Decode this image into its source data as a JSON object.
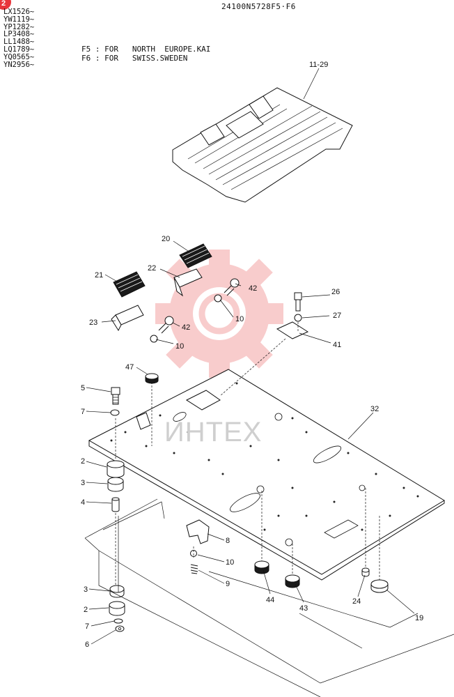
{
  "diagram": {
    "title": "24100N5728F5·F6",
    "badge": "2",
    "serials": [
      "LX1526~",
      "YW1119~",
      "YP1282~",
      "LP3408~",
      "LL1488~",
      "LQ1789~",
      "YQ0565~",
      "YN2956~"
    ],
    "notes": [
      "F5 : FOR   NORTH  EUROPE.KAI",
      "F6 : FOR   SWISS.SWEDEN"
    ],
    "watermark": "ИНТЕХ",
    "watermark_color": "#f2a0a0"
  },
  "callouts": {
    "c11_29": "11-29",
    "c20": "20",
    "c21": "21",
    "c22": "22",
    "c42a": "42",
    "c10a": "10",
    "c23": "23",
    "c42b": "42",
    "c10b": "10",
    "c26": "26",
    "c27": "27",
    "c41": "41",
    "c47": "47",
    "c5": "5",
    "c7a": "7",
    "c32": "32",
    "c2a": "2",
    "c3a": "3",
    "c4": "4",
    "c8": "8",
    "c10c": "10",
    "c9": "9",
    "c3b": "3",
    "c2b": "2",
    "c7b": "7",
    "c6": "6",
    "c44": "44",
    "c43": "43",
    "c24": "24",
    "c19": "19"
  }
}
